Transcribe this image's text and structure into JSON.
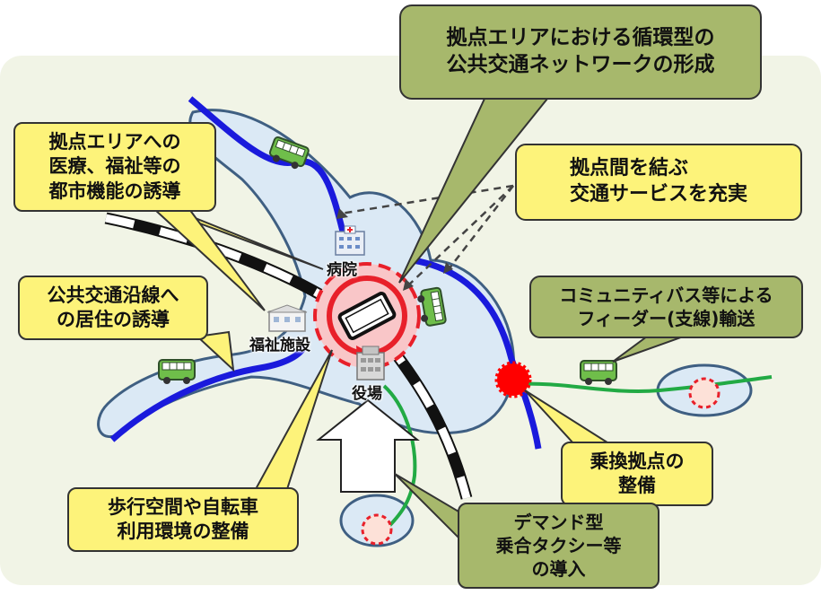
{
  "callouts": {
    "network": {
      "lines": [
        "拠点エリアにおける循環型の",
        "公共交通ネットワークの形成"
      ]
    },
    "medical": {
      "lines": [
        "拠点エリアへの",
        "医療、福祉等の",
        "都市機能の誘導"
      ]
    },
    "link": {
      "lines": [
        "拠点間を結ぶ",
        "交通サービスを充実"
      ]
    },
    "residence": {
      "lines": [
        "公共交通沿線へ",
        "の居住の誘導"
      ]
    },
    "feeder": {
      "lines": [
        "コミュニティバス等による",
        "フィーダー(支線)輸送"
      ]
    },
    "transfer": {
      "lines": [
        "乗換拠点の",
        "整備"
      ]
    },
    "walking": {
      "lines": [
        "歩行空間や自転車",
        "利用環境の整備"
      ]
    },
    "demand": {
      "lines": [
        "デマンド型",
        "乗合タクシー等",
        "の導入"
      ]
    }
  },
  "labels": {
    "hospital": "病院",
    "welfare": "福祉施設",
    "town_hall": "役場"
  },
  "icons": [
    "bus-icon",
    "hospital-icon",
    "welfare-facility-icon",
    "town-hall-icon",
    "loop-bus-route-icon",
    "transfer-hub-icon"
  ],
  "colors": {
    "frame_green": "#a7b86c",
    "frame_yellow": "#fdf37a",
    "area_fill": "#dbe9f5",
    "area_stroke": "#3f5f82",
    "river_blue": "#1a1adc",
    "feeder_green": "#22aa44",
    "loop_red": "#e8202a",
    "hub_red": "#ff0000"
  }
}
